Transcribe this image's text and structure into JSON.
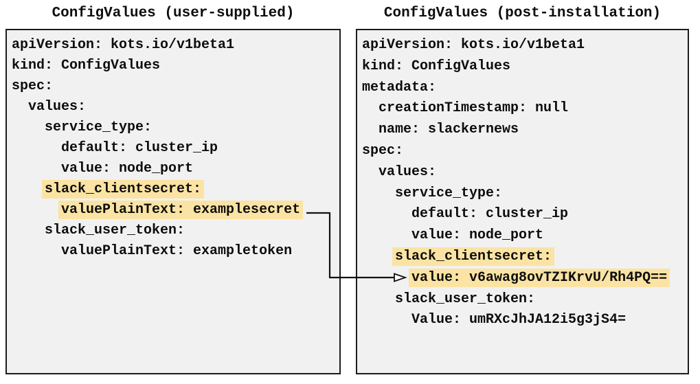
{
  "colors": {
    "page_background": "#ffffff",
    "panel_background": "#f1f1f1",
    "panel_border": "#1c1c1c",
    "highlight": "#fbe3a3",
    "text": "#0d0d0d",
    "arrow": "#111111"
  },
  "panels": [
    {
      "id": "user-supplied",
      "title": "ConfigValues (user-supplied)",
      "lines": [
        {
          "indent": 0,
          "text": "apiVersion: kots.io/v1beta1",
          "highlight": false
        },
        {
          "indent": 0,
          "text": "kind: ConfigValues",
          "highlight": false
        },
        {
          "indent": 0,
          "text": "spec:",
          "highlight": false
        },
        {
          "indent": 2,
          "text": "values:",
          "highlight": false
        },
        {
          "indent": 4,
          "text": "service_type:",
          "highlight": false
        },
        {
          "indent": 6,
          "text": "default: cluster_ip",
          "highlight": false
        },
        {
          "indent": 6,
          "text": "value: node_port",
          "highlight": false
        },
        {
          "indent": 4,
          "text": "slack_clientsecret:",
          "highlight": true
        },
        {
          "indent": 6,
          "text": "valuePlainText: examplesecret",
          "highlight": true
        },
        {
          "indent": 4,
          "text": "slack_user_token:",
          "highlight": false
        },
        {
          "indent": 6,
          "text": "valuePlainText: exampletoken",
          "highlight": false
        }
      ]
    },
    {
      "id": "post-installation",
      "title": "ConfigValues (post-installation)",
      "lines": [
        {
          "indent": 0,
          "text": "apiVersion: kots.io/v1beta1",
          "highlight": false
        },
        {
          "indent": 0,
          "text": "kind: ConfigValues",
          "highlight": false
        },
        {
          "indent": 0,
          "text": "metadata:",
          "highlight": false
        },
        {
          "indent": 2,
          "text": "creationTimestamp: null",
          "highlight": false
        },
        {
          "indent": 2,
          "text": "name: slackernews",
          "highlight": false
        },
        {
          "indent": 0,
          "text": "spec:",
          "highlight": false
        },
        {
          "indent": 2,
          "text": "values:",
          "highlight": false
        },
        {
          "indent": 4,
          "text": "service_type:",
          "highlight": false
        },
        {
          "indent": 6,
          "text": "default: cluster_ip",
          "highlight": false
        },
        {
          "indent": 6,
          "text": "value: node_port",
          "highlight": false
        },
        {
          "indent": 4,
          "text": "slack_clientsecret:",
          "highlight": true
        },
        {
          "indent": 6,
          "text": "value: v6awag8ovTZIKrvU/Rh4PQ==",
          "highlight": true
        },
        {
          "indent": 4,
          "text": "slack_user_token:",
          "highlight": false
        },
        {
          "indent": 6,
          "text": "Value: umRXcJhJA12i5g3jS4=",
          "highlight": false
        }
      ]
    }
  ],
  "arrow": {
    "connects_from": "valuePlainText: examplesecret",
    "connects_to": "value: v6awag8ovTZIKrvU/Rh4PQ=="
  }
}
